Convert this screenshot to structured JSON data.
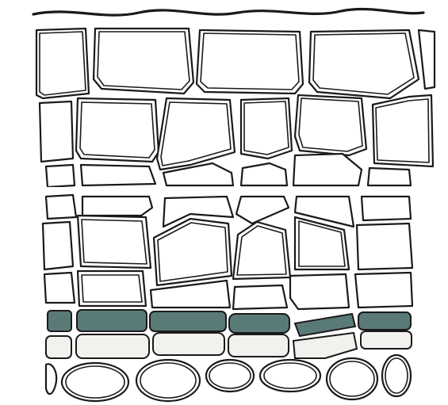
{
  "figure": {
    "subject": "plant-tissue-cross-section",
    "colors": {
      "background": "#ffffff",
      "wall_stroke": "#1a1a1a",
      "cell_fill": "#ffffff",
      "dark_layer": "#5a7a78",
      "dark_speckle": "#9fb5b2",
      "light_layer": "#f1f1ee",
      "light_speckle": "#3a3a3a"
    },
    "layers": [
      {
        "name": "cuticle"
      },
      {
        "name": "upper-large-cells"
      },
      {
        "name": "middle-polygonal-cells"
      },
      {
        "name": "lower-polygonal-cells"
      },
      {
        "name": "dark-speckled-cell-band"
      },
      {
        "name": "light-speckled-cell-band"
      },
      {
        "name": "bottom-rounded-cells"
      }
    ]
  }
}
